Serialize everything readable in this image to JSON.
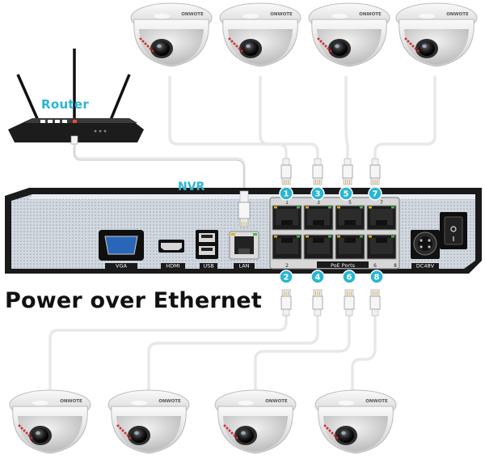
{
  "diagram": {
    "router_label": "Router",
    "nvr_label": "NVR",
    "headline": "Power over Ethernet",
    "brand": "ONWOTE",
    "accent_color": "#29b6d1",
    "port_labels": {
      "vga": "VGA",
      "hdmi": "HDMI",
      "usb": "USB",
      "lan": "LAN",
      "poe": "PoE Ports",
      "dc": "DC48V"
    },
    "top_port_markers": [
      "1",
      "3",
      "5",
      "7"
    ],
    "bottom_port_markers": [
      "2",
      "4",
      "6",
      "8"
    ],
    "top_port_numbers": [
      "1",
      "3",
      "5",
      "7"
    ],
    "bottom_port_numbers": [
      "2",
      "4",
      "6",
      "8"
    ]
  }
}
